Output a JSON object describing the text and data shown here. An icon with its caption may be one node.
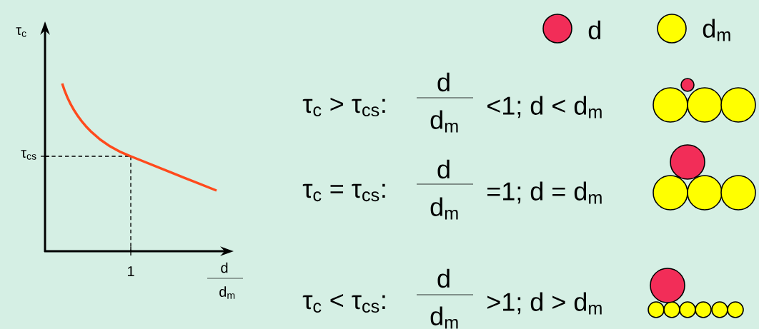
{
  "diagram": {
    "labels": [
      "τ$_{c}$",
      "τ$_{cs}$",
      "τ$_{c}$ > τ$_{cs}$:",
      "d",
      "d$_{m}$",
      "<1; d < d$_{m}$",
      "τ$_{c}$ = τ$_{cs}$:",
      "d",
      "d$_{m}$",
      "=1; d = d$_{m}$",
      "1",
      "d",
      "d$_{m}$",
      "τ$_{c}$ < τ$_{cs}$:",
      "d",
      "d$_{m}$",
      ">1; d > d$_{m}$"
    ],
    "legend": [
      {
        "text": "d",
        "color": "#f22d58"
      },
      {
        "text": "d$_{m}$",
        "color": "#ffff00"
      }
    ]
  }
}
